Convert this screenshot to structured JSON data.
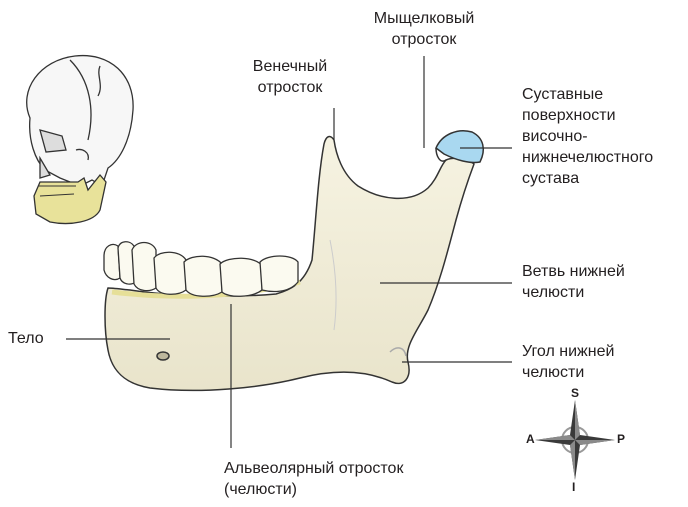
{
  "labels": {
    "condylar_process": [
      "Мыщелковый",
      "отросток"
    ],
    "coronoid_process": [
      "Венечный",
      "отросток"
    ],
    "articular_surfaces": [
      "Суставные",
      "поверхности",
      "височно-",
      "нижнечелюстного",
      "сустава"
    ],
    "ramus": [
      "Ветвь нижней",
      "челюсти"
    ],
    "body": "Тело",
    "angle": [
      "Угол нижней",
      "челюсти"
    ],
    "alveolar_process": [
      "Альвеолярный отросток",
      "(челюсти)"
    ]
  },
  "compass": {
    "superior": "S",
    "inferior": "I",
    "anterior": "A",
    "posterior": "P"
  },
  "colors": {
    "bone": "#f3f0dc",
    "bone_shadow": "#ddd8bc",
    "articular_surface": "#a9d8f0",
    "mandible_highlight": "#e8e29a",
    "outline": "#333333"
  }
}
